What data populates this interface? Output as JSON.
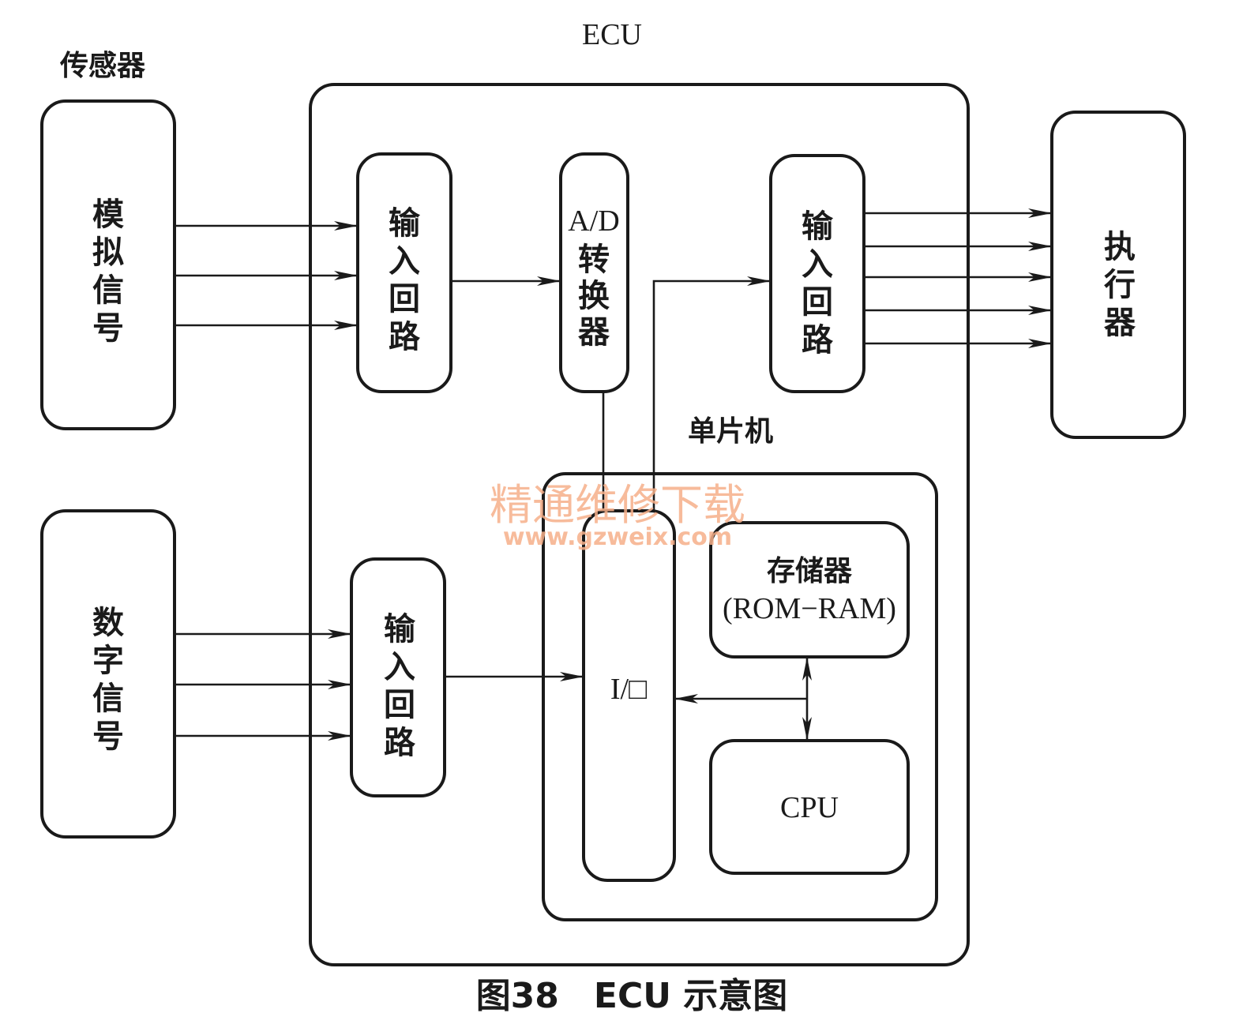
{
  "title": "ECU",
  "caption": "图38　ECU 示意图",
  "sensor_group_label": "传感器",
  "mcu_label": "单片机",
  "blocks": {
    "analog_signal": "模拟信号",
    "digital_signal": "数字信号",
    "input_circuit_top": "输入回路",
    "ad_converter_prefix": "A/D",
    "ad_converter_rest": "转换器",
    "output_circuit": "输入回路",
    "actuator": "执行器",
    "input_circuit_bottom": "输入回路",
    "io_port": "I/□",
    "memory_name": "存储器",
    "memory_detail": "(ROM−RAM)",
    "cpu": "CPU"
  },
  "watermark": {
    "text": "精通维修下载",
    "url": "www.gzweix.com",
    "color": "#f6b08a"
  },
  "colors": {
    "line": "#1a1a1a",
    "background": "#ffffff"
  }
}
